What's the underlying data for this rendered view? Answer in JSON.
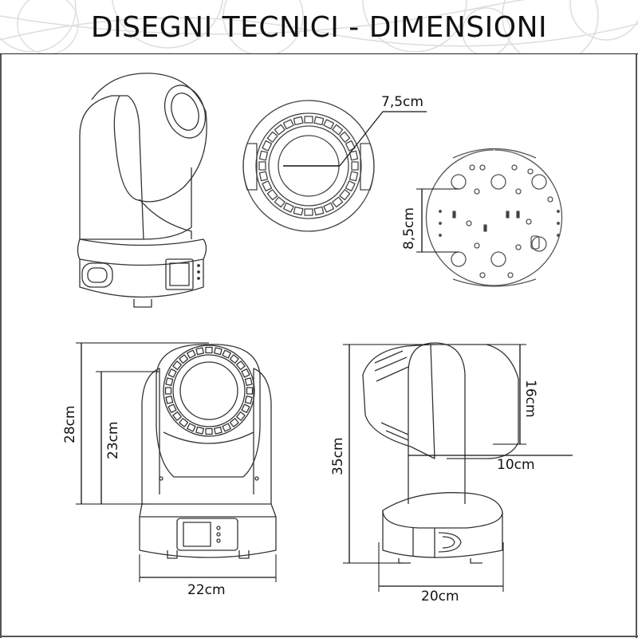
{
  "header": {
    "title": "DISEGNI TECNICI - DIMENSIONI"
  },
  "dimensions": {
    "lens_diameter": "7,5cm",
    "base_hole_spacing": "8,5cm",
    "front_height_total": "28cm",
    "front_height_body": "23cm",
    "front_width": "22cm",
    "side_height_total": "35cm",
    "side_head_height": "16cm",
    "side_head_depth": "10cm",
    "side_base_width": "20cm"
  }
}
